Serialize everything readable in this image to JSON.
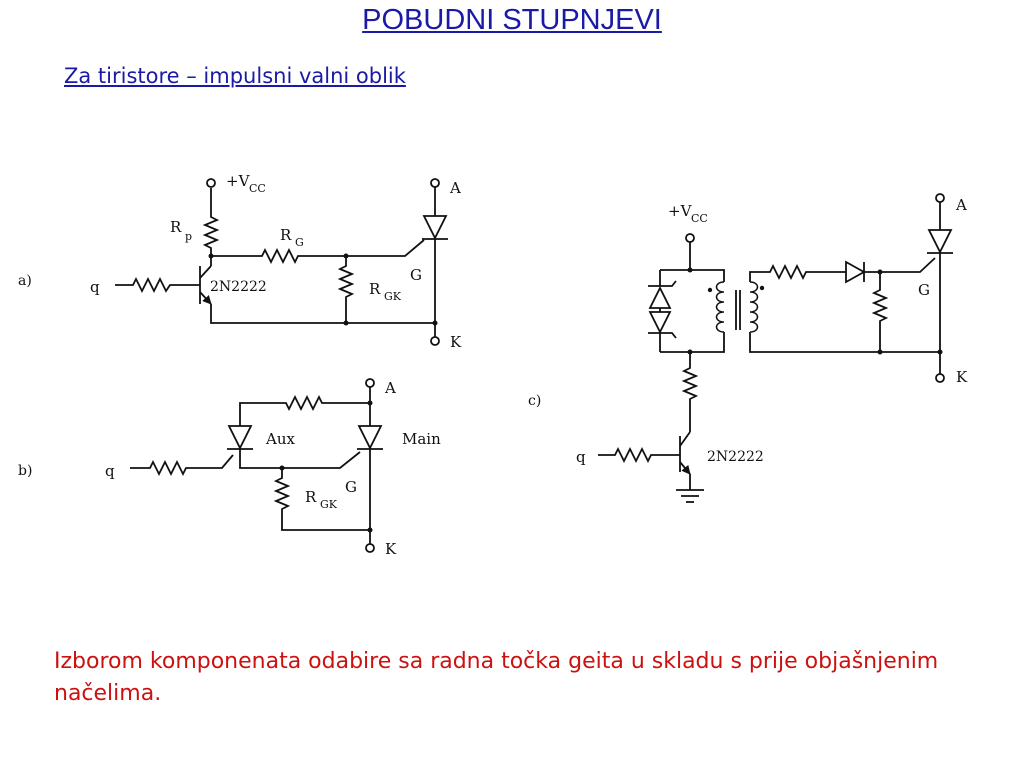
{
  "slide": {
    "title": "POBUDNI STUPNJEVI",
    "subtitle": "Za tiristore – impulsni valni oblik",
    "note": "Izborom komponenata odabire sa radna točka geita u skladu s prije objašnjenim načelima."
  },
  "circuit_a": {
    "label": "a)",
    "vcc": "+V",
    "vcc_sub": "CC",
    "rp": "R",
    "rp_sub": "p",
    "rg": "R",
    "rg_sub": "G",
    "rgk": "R",
    "rgk_sub": "GK",
    "transistor": "2N2222",
    "input": "q",
    "anode": "A",
    "gate": "G",
    "cathode": "K"
  },
  "circuit_b": {
    "label": "b)",
    "input": "q",
    "aux": "Aux",
    "main": "Main",
    "rgk": "R",
    "rgk_sub": "GK",
    "anode": "A",
    "gate": "G",
    "cathode": "K"
  },
  "circuit_c": {
    "label": "c)",
    "vcc": "+V",
    "vcc_sub": "CC",
    "transistor": "2N2222",
    "input": "q",
    "anode": "A",
    "gate": "G",
    "cathode": "K"
  }
}
